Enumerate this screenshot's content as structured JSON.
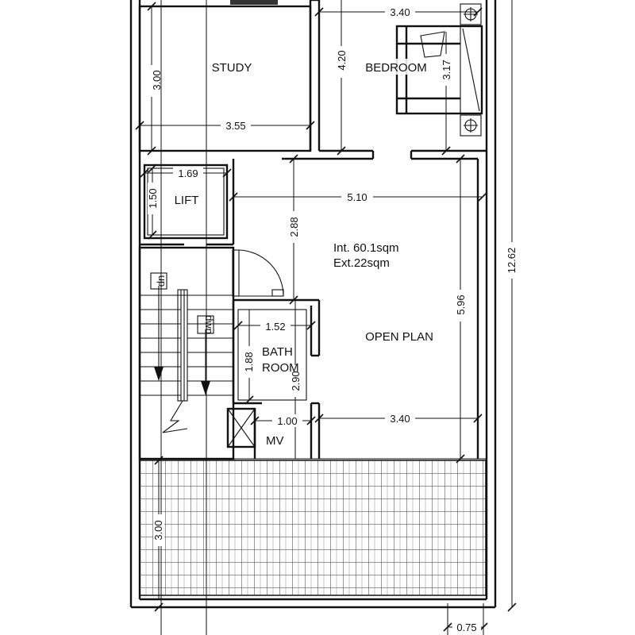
{
  "rooms": {
    "study": "STUDY",
    "bedroom": "BEDROOM",
    "lift": "LIFT",
    "open_plan": "OPEN PLAN",
    "bath_line1": "BATH",
    "bath_line2": "ROOM",
    "mv": "MV"
  },
  "area": {
    "internal": "Int. 60.1sqm",
    "external": "Ext.22sqm"
  },
  "stair_labels": {
    "up": "up",
    "down": "dwn"
  },
  "dimensions": {
    "study_width": "3.55",
    "study_depth": "3.00",
    "bedroom_width": "3.40",
    "bedroom_depth": "4.20",
    "bed_length": "3.17",
    "lift_width": "1.69",
    "lift_depth": "1.50",
    "open_width": "5.10",
    "open_depth": "5.96",
    "hall_depth": "2.88",
    "bath_width": "1.52",
    "bath_depth": "1.88",
    "bath_depth_total": "2.90",
    "mv_width": "1.00",
    "kitchen_width": "3.40",
    "overall_depth": "12.62",
    "terrace_depth": "3.00",
    "step": "0.75"
  }
}
